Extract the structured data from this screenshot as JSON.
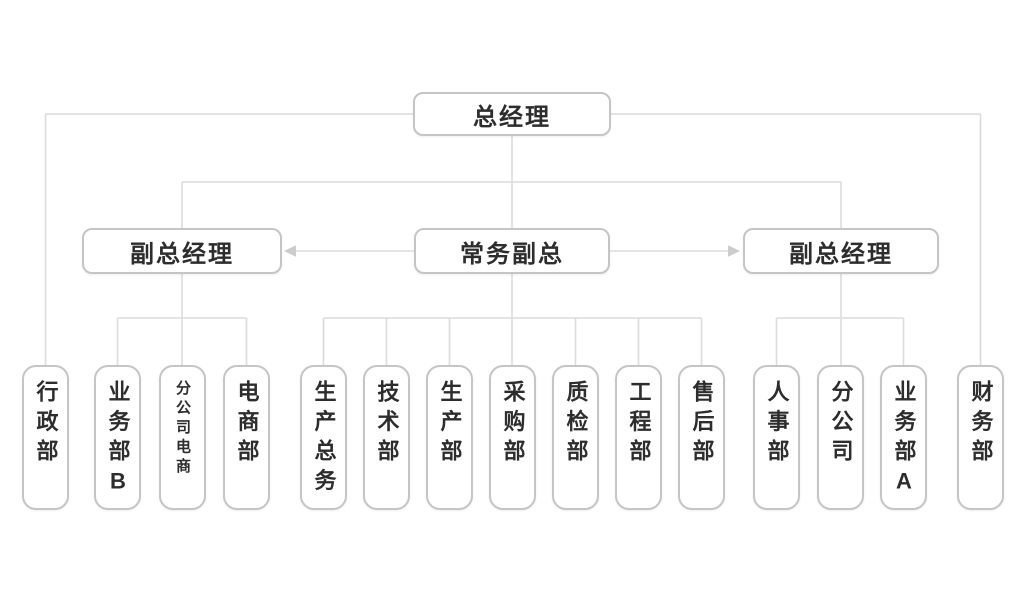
{
  "nodes": {
    "root": {
      "label": "总经理"
    },
    "level2": [
      {
        "label": "副总经理"
      },
      {
        "label": "常务副总"
      },
      {
        "label": "副总经理"
      }
    ],
    "departments": [
      {
        "label": "行政部"
      },
      {
        "label": "业务部B"
      },
      {
        "label": "分公司电商"
      },
      {
        "label": "电商部"
      },
      {
        "label": "生产总务"
      },
      {
        "label": "技术部"
      },
      {
        "label": "生产部"
      },
      {
        "label": "采购部"
      },
      {
        "label": "质检部"
      },
      {
        "label": "工程部"
      },
      {
        "label": "售后部"
      },
      {
        "label": "人事部"
      },
      {
        "label": "分公司"
      },
      {
        "label": "业务部A"
      },
      {
        "label": "财务部"
      }
    ]
  },
  "colors": {
    "background": "#ffffff",
    "connector": "#dcdcdc",
    "arrow": "#cccccc",
    "node_border": "#c5c5c5",
    "node_text": "#2d2d2d"
  }
}
